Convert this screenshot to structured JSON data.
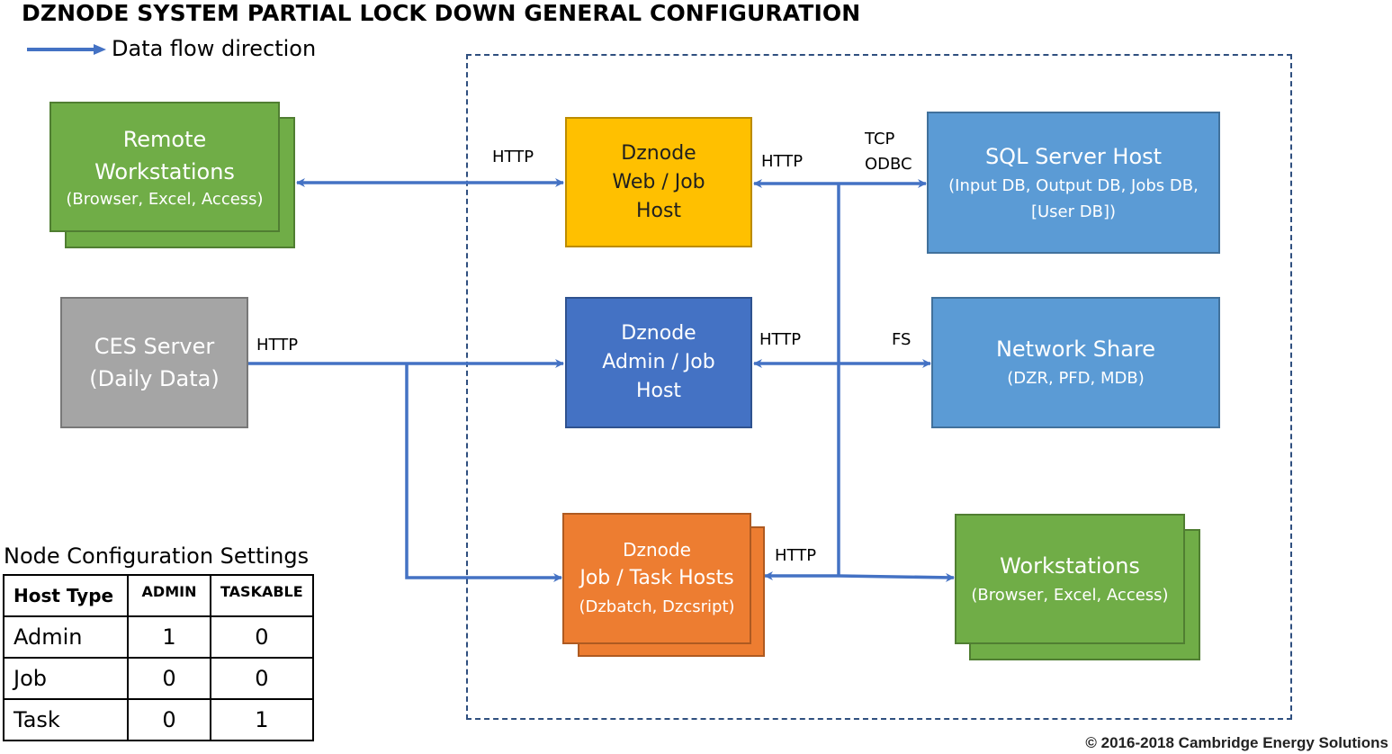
{
  "title": "DZNODE SYSTEM PARTIAL LOCK DOWN GENERAL CONFIGURATION",
  "legend": {
    "label": "Data flow direction"
  },
  "colors": {
    "flow": "#4472c4",
    "boundary": "#2f4f7f",
    "green": "#70ad47",
    "gray": "#a5a5a5",
    "yellow": "#ffc000",
    "dark_blue": "#4472c4",
    "light_blue": "#5b9bd5",
    "orange": "#ed7d31"
  },
  "nodes": {
    "remote_workstations": {
      "line1": "Remote",
      "line2": "Workstations",
      "sub": "(Browser, Excel, Access)"
    },
    "ces_server": {
      "line1": "CES Server",
      "line2": "(Daily Data)"
    },
    "web_job_host": {
      "line1": "Dznode",
      "line2": "Web / Job",
      "line3": "Host"
    },
    "admin_job_host": {
      "line1": "Dznode",
      "line2": "Admin / Job",
      "line3": "Host"
    },
    "job_task_hosts": {
      "line1": "Dznode",
      "line2": "Job / Task Hosts",
      "line3": "(Dzbatch, Dzcsript)"
    },
    "sql_server_host": {
      "line1": "SQL Server Host",
      "sub1": "(Input DB, Output DB, Jobs DB,",
      "sub2": "[User DB])"
    },
    "network_share": {
      "line1": "Network Share",
      "sub": "(DZR, PFD, MDB)"
    },
    "workstations": {
      "line1": "Workstations",
      "sub": "(Browser, Excel, Access)"
    }
  },
  "connection_labels": {
    "remote_to_web": "HTTP",
    "web_to_bus": "HTTP",
    "tcp": "TCP",
    "odbc": "ODBC",
    "ces_out": "HTTP",
    "admin_to_bus": "HTTP",
    "fs": "FS",
    "task_to_bus": "HTTP"
  },
  "config_table": {
    "title": "Node Configuration Settings",
    "headers": [
      "Host Type",
      "ADMIN",
      "TASKABLE"
    ],
    "rows": [
      [
        "Admin",
        "1",
        "0"
      ],
      [
        "Job",
        "0",
        "0"
      ],
      [
        "Task",
        "0",
        "1"
      ]
    ]
  },
  "copyright": "© 2016-2018 Cambridge Energy Solutions"
}
